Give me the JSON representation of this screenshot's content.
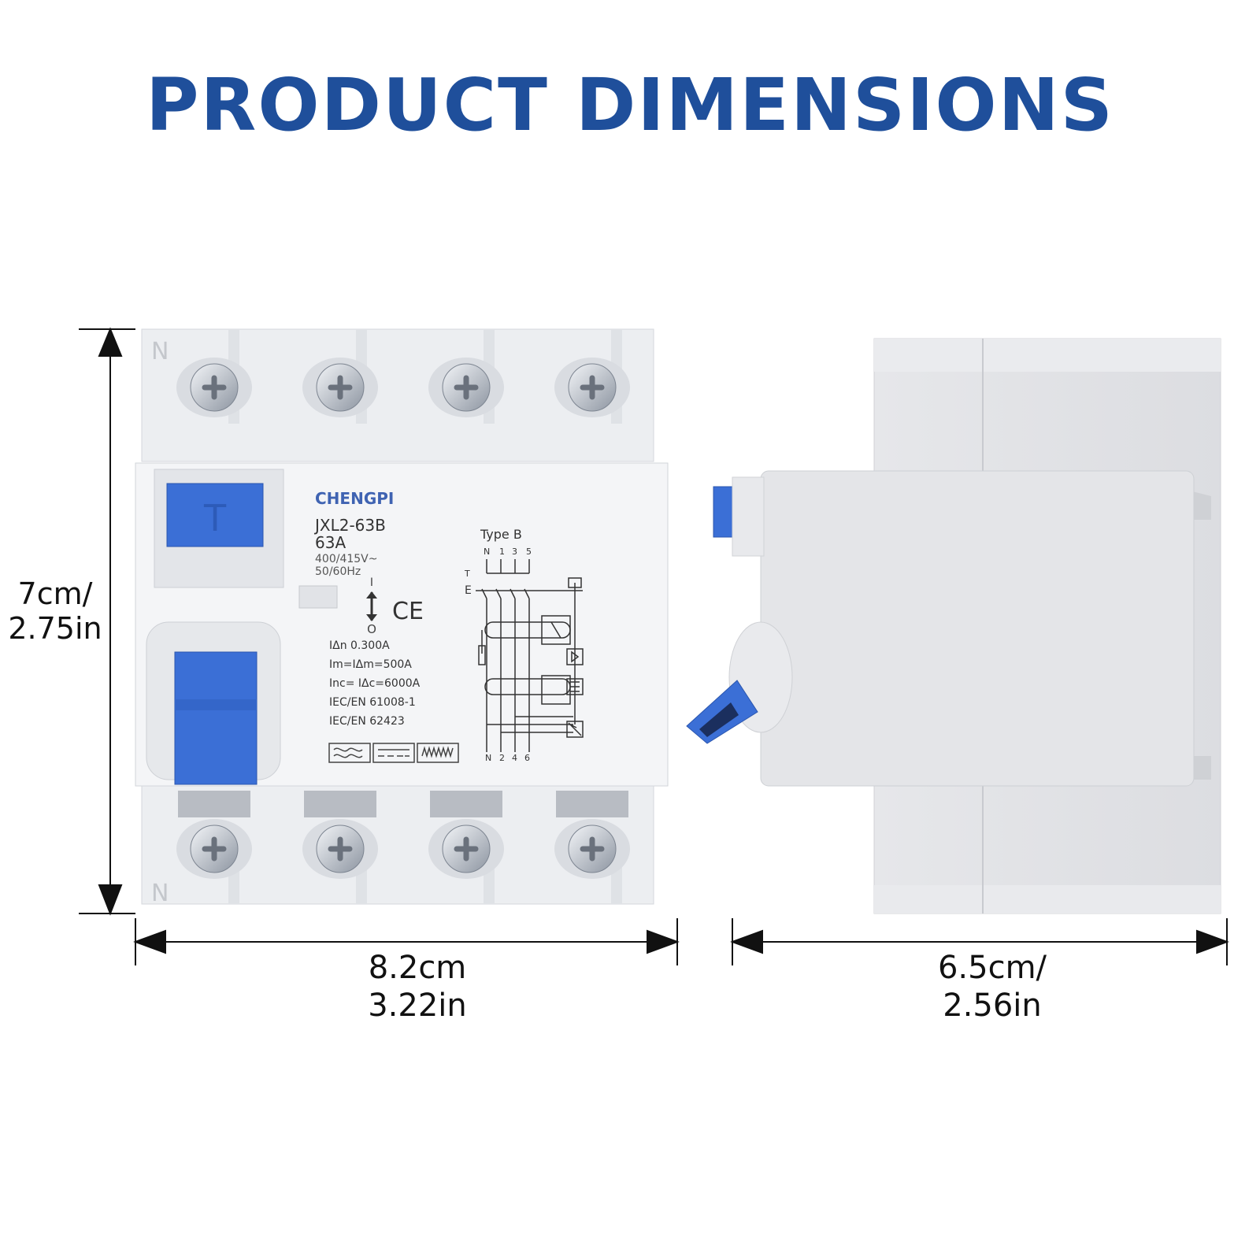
{
  "title": "PRODUCT DIMENSIONS",
  "colors": {
    "title": "#1f4f9b",
    "accent_blue": "#3b6fd6",
    "body_light": "#f1f2f4",
    "body_mid": "#e2e4e8",
    "body_dark": "#c9ccd2",
    "brand": "#3f63b2"
  },
  "dimensions": {
    "height": {
      "cm": "7cm/",
      "in": "2.75in"
    },
    "width": {
      "cm": "8.2cm",
      "in": "3.22in"
    },
    "depth": {
      "cm": "6.5cm/",
      "in": "2.56in"
    }
  },
  "label": {
    "brand": "CHENGPI",
    "model": "JXL2-63B",
    "current": "63A",
    "voltage": "400/415V~",
    "frequency": "50/60Hz",
    "switch_on": "I",
    "switch_off": "O",
    "ce_mark": "CE",
    "spec_1": "IΔn 0.300A",
    "spec_2": "Im=IΔm=500A",
    "spec_3": "Inc= IΔc=6000A",
    "spec_4": "IEC/EN 61008-1",
    "spec_5": "IEC/EN 62423",
    "type": "Type B",
    "test_button": "T",
    "terminal_top": "N",
    "terminal_bottom": "N",
    "schematic_top": [
      "N",
      "1",
      "3",
      "5"
    ],
    "schematic_bottom": [
      "N",
      "2",
      "4",
      "6"
    ],
    "schematic_t": "T",
    "schematic_e": "E"
  }
}
